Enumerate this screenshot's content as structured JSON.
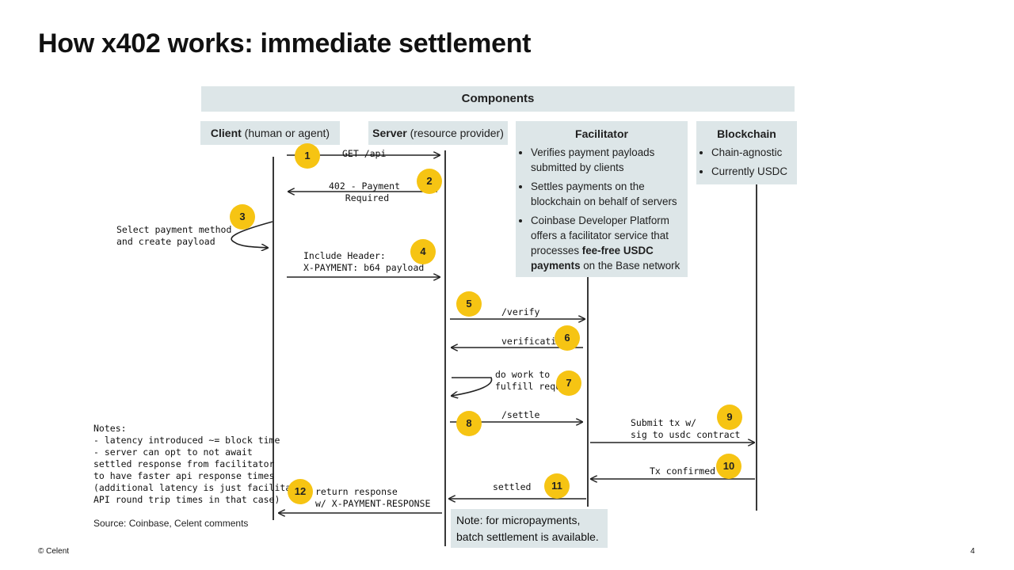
{
  "title": "How x402 works: immediate settlement",
  "components_header": "Components",
  "actors": {
    "client": {
      "name": "Client",
      "detail": " (human or agent)"
    },
    "server": {
      "name": "Server",
      "detail": " (resource provider)"
    },
    "facilitator": {
      "name": "Facilitator",
      "bullets": [
        "Verifies payment payloads submitted by clients",
        "Settles payments on the blockchain on behalf of servers"
      ],
      "bullet3_pre": "Coinbase Developer Platform offers a facilitator service that processes ",
      "bullet3_bold": "fee-free USDC payments",
      "bullet3_post": " on the Base network"
    },
    "blockchain": {
      "name": "Blockchain",
      "bullets": [
        "Chain-agnostic",
        "Currently USDC"
      ]
    }
  },
  "steps": [
    {
      "num": "1",
      "label": "GET /api"
    },
    {
      "num": "2",
      "label": "402 - Payment\n   Required"
    },
    {
      "num": "3",
      "label": "Select payment method\nand create payload"
    },
    {
      "num": "4",
      "label": "Include Header:\nX-PAYMENT: b64 payload"
    },
    {
      "num": "5",
      "label": "/verify"
    },
    {
      "num": "6",
      "label": "verification"
    },
    {
      "num": "7",
      "label": "do work to\nfulfill request"
    },
    {
      "num": "8",
      "label": "/settle"
    },
    {
      "num": "9",
      "label": "Submit tx w/\nsig to usdc contract"
    },
    {
      "num": "10",
      "label": "Tx confirmed"
    },
    {
      "num": "11",
      "label": "settled"
    },
    {
      "num": "12",
      "label": "return response\nw/ X-PAYMENT-RESPONSE"
    }
  ],
  "notes": "Notes:\n- latency introduced ~= block time\n- server can opt to not await\nsettled response from facilitator\nto have faster api response times\n(additional latency is just facilitator\nAPI round trip times in that case)",
  "source": "Source: Coinbase, Celent comments",
  "micropayment_note": "Note: for micropayments, batch settlement is available.",
  "footer": {
    "copyright": "© Celent",
    "page_number": "4"
  },
  "colors": {
    "box_fill": "#dde6e8",
    "badge": "#f6c413",
    "line": "#222222"
  }
}
